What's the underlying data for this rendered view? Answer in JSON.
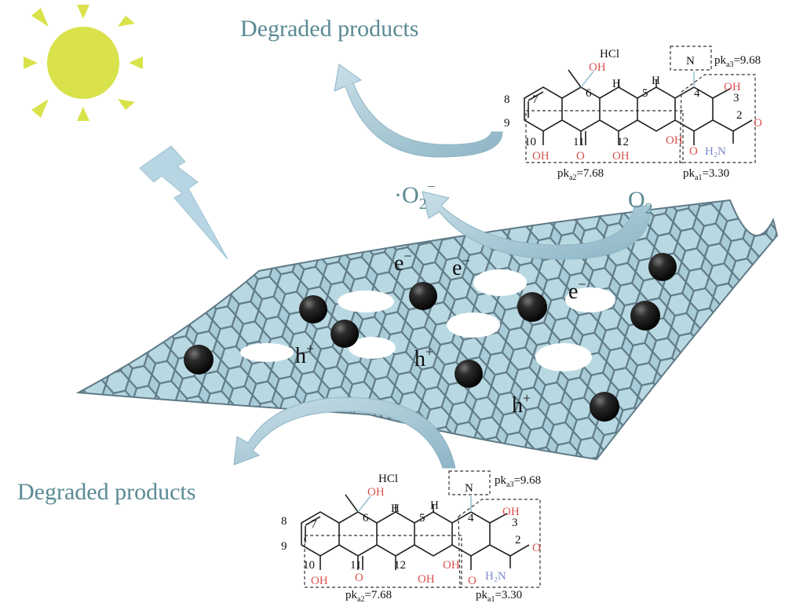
{
  "labels": {
    "degraded_top": "Degraded products",
    "degraded_bottom": "Degraded products",
    "superoxide": "·O",
    "superoxide_sub": "2",
    "superoxide_sup": "−",
    "oxygen": "O",
    "oxygen_sub": "2",
    "electron": "e",
    "electron_sup": "−",
    "hole": "h",
    "hole_sup": "+"
  },
  "molecule": {
    "hcl": "HCl",
    "oh": "OH",
    "h": "H",
    "n": "N",
    "o": "O",
    "h2n": "H₂N",
    "ring_numbers": [
      "2",
      "3",
      "4",
      "5",
      "6",
      "7",
      "8",
      "9",
      "10",
      "11",
      "12"
    ],
    "pka1": "pk",
    "pka1_sub": "a1",
    "pka1_val": "=3.30",
    "pka2_sub": "a2",
    "pka2_val": "=7.68",
    "pka3_sub": "a3",
    "pka3_val": "=9.68"
  },
  "colors": {
    "sun": "#d9e24a",
    "sheet_fill": "#a9cdd8",
    "sheet_line": "#5f7a86",
    "arrow": "#a7c6d3",
    "bolt": "#b7d5e3",
    "sphere": "#1a1a1a",
    "title_text": "#5a8a93"
  }
}
